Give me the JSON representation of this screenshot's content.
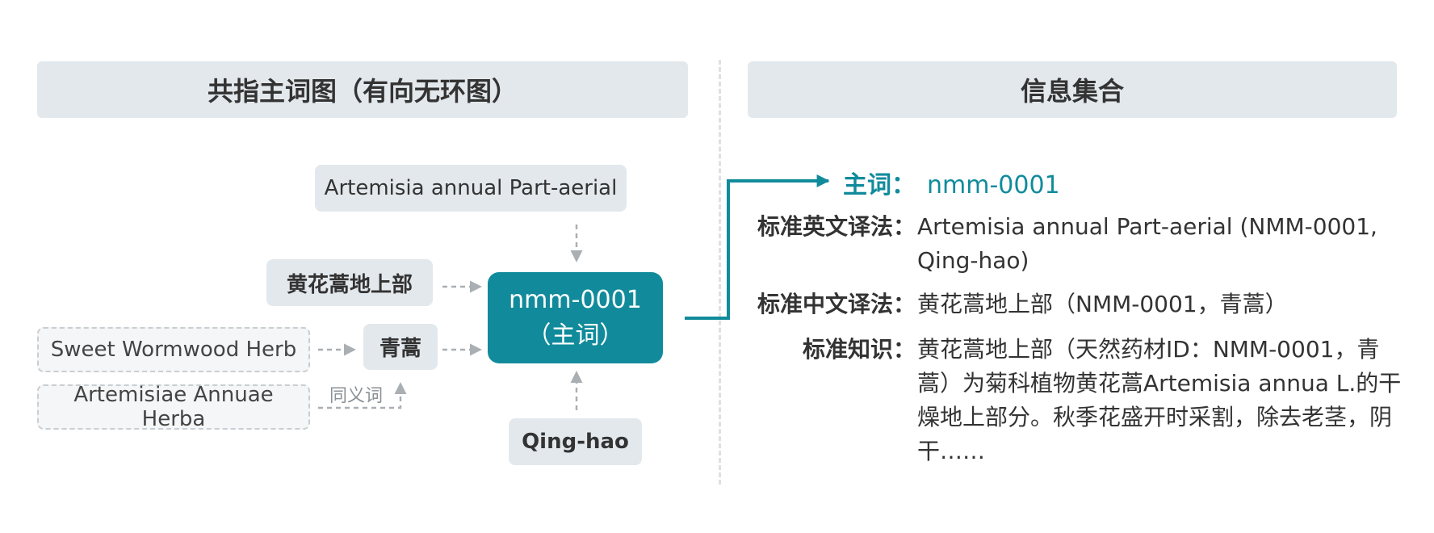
{
  "left_panel": {
    "title": "共指主词图（有向无环图）"
  },
  "right_panel": {
    "title": "信息集合"
  },
  "graph": {
    "top_node": "Artemisia annual Part-aerial",
    "zh_node": "黄花蒿地上部",
    "qinghao_node": "青蒿",
    "main_node_line1": "nmm-0001",
    "main_node_line2": "（主词）",
    "bottom_node": "Qing-hao",
    "sweet_node": "Sweet Wormwood Herb",
    "artemisiae_node": "Artemisiae Annuae Herba",
    "synonym_label": "同义词"
  },
  "info": {
    "subject_key": "主词：",
    "subject_value": "nmm-0001",
    "std_en_key": "标准英文译法：",
    "std_en_value": "Artemisia annual Part-aerial (NMM-0001, Qing-hao)",
    "std_zh_key": "标准中文译法：",
    "std_zh_value": "黄花蒿地上部（NMM-0001，青蒿）",
    "knowledge_key": "标准知识：",
    "knowledge_value": "黄花蒿地上部（天然药材ID：NMM-0001，青蒿）为菊科植物黄花蒿Artemisia annua L.的干燥地上部分。秋季花盛开时采割，除去老茎，阴干……"
  },
  "colors": {
    "accent": "#118b9b",
    "node_bg": "#e3e8ec",
    "arrow": "#a9afb3"
  }
}
